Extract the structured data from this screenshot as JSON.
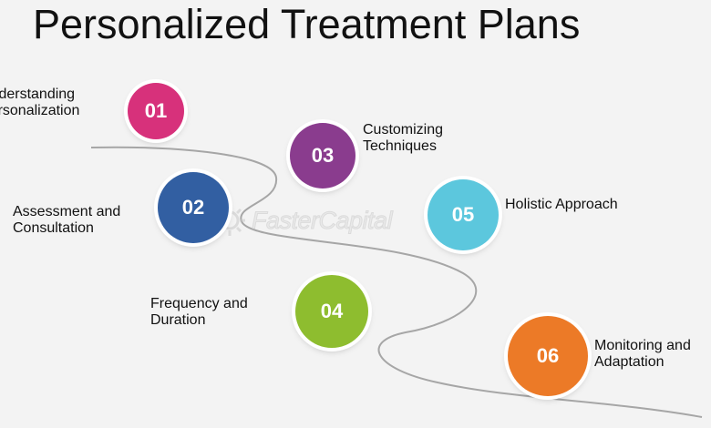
{
  "title": "Personalized Treatment Plans",
  "watermark": "FasterCapital",
  "steps": [
    {
      "number": "01",
      "line1": "Understanding",
      "line2": "Personalization",
      "color": "#d7317b"
    },
    {
      "number": "02",
      "line1": "Assessment and",
      "line2": "Consultation",
      "color": "#325fa2"
    },
    {
      "number": "03",
      "line1": "Customizing",
      "line2": "Techniques",
      "color": "#8a3c8e"
    },
    {
      "number": "04",
      "line1": "Frequency and",
      "line2": "Duration",
      "color": "#8ebd2f"
    },
    {
      "number": "05",
      "line1": "Holistic Approach",
      "line2": "",
      "color": "#5cc7dd"
    },
    {
      "number": "06",
      "line1": "Monitoring and",
      "line2": "Adaptation",
      "color": "#ec7a27"
    }
  ]
}
